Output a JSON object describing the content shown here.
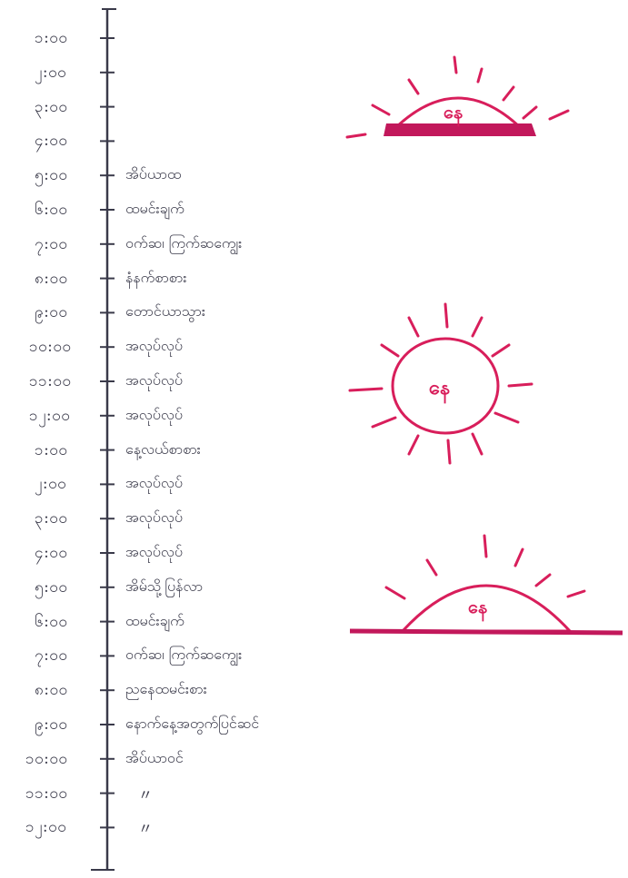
{
  "schedule": [
    {
      "time": "၁:၀၀",
      "activity": ""
    },
    {
      "time": "၂:၀၀",
      "activity": ""
    },
    {
      "time": "၃:၀၀",
      "activity": ""
    },
    {
      "time": "၄:၀၀",
      "activity": ""
    },
    {
      "time": "၅:၀၀",
      "activity": "အိပ်ယာထ"
    },
    {
      "time": "၆:၀၀",
      "activity": "ထမင်းချက်"
    },
    {
      "time": "၇:၀၀",
      "activity": "ဝက်ဆ၊ ကြက်ဆကျွေး"
    },
    {
      "time": "၈:၀၀",
      "activity": "နံနက်စာစား"
    },
    {
      "time": "၉:၀၀",
      "activity": "တောင်ယာသွား"
    },
    {
      "time": "၁၀:၀၀",
      "activity": "အလုပ်လုပ်"
    },
    {
      "time": "၁၁:၀၀",
      "activity": "အလုပ်လုပ်"
    },
    {
      "time": "၁၂:၀၀",
      "activity": "အလုပ်လုပ်"
    },
    {
      "time": "၁:၀၀",
      "activity": "နေ့လယ်စာစား"
    },
    {
      "time": "၂:၀၀",
      "activity": "အလုပ်လုပ်"
    },
    {
      "time": "၃:၀၀",
      "activity": "အလုပ်လုပ်"
    },
    {
      "time": "၄:၀၀",
      "activity": "အလုပ်လုပ်"
    },
    {
      "time": "၅:၀၀",
      "activity": "အိမ်သို့ပြန်လာ"
    },
    {
      "time": "၆:၀၀",
      "activity": "ထမင်းချက်"
    },
    {
      "time": "၇:၀၀",
      "activity": "ဝက်ဆ၊ ကြက်ဆကျွေး"
    },
    {
      "time": "၈:၀၀",
      "activity": "ညနေထမင်းစား"
    },
    {
      "time": "၉:၀၀",
      "activity": "နောက်နေ့အတွက်ပြင်ဆင်"
    },
    {
      "time": "၁၀:၀၀",
      "activity": "အိပ်ယာဝင်"
    },
    {
      "time": "၁၁:၀၀",
      "activity": "〃"
    },
    {
      "time": "၁၂:၀၀",
      "activity": "〃"
    }
  ],
  "suns": [
    {
      "label": "နေ",
      "shape": "rising-half-sun"
    },
    {
      "label": "နေ",
      "shape": "full-sun"
    },
    {
      "label": "နေ",
      "shape": "setting-half-sun"
    }
  ],
  "colors": {
    "ink": "#3a3a4a",
    "sun": "#d81e5b",
    "sun_fill": "#c2185b"
  }
}
